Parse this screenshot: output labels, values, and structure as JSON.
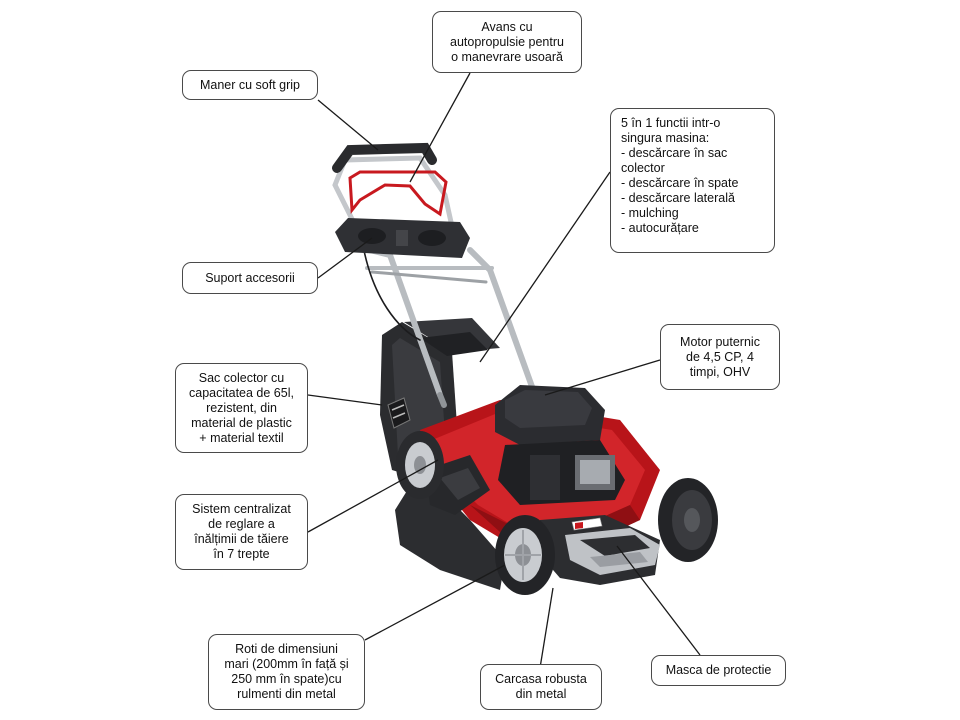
{
  "callouts": {
    "avans": [
      "Avans cu",
      "autopropulsie pentru",
      "o manevrare usoară"
    ],
    "maner": [
      "Maner cu soft grip"
    ],
    "functii": [
      "5 în 1 functii intr-o",
      "singura masina:",
      "- descărcare în sac",
      "colector",
      "- descărcare în spate",
      "- descărcare laterală",
      "- mulching",
      "- autocurățare"
    ],
    "suport": [
      "Suport accesorii"
    ],
    "motor": [
      "Motor puternic",
      "de 4,5 CP, 4",
      "timpi, OHV"
    ],
    "sac": [
      "Sac colector  cu",
      "capacitatea de 65l,",
      "rezistent, din",
      "material de plastic",
      "+ material textil"
    ],
    "sistem": [
      "Sistem centralizat",
      "de reglare a",
      "înălțimii de tăiere",
      "în 7 trepte"
    ],
    "roti": [
      "Roti de dimensiuni",
      "mari (200mm în față și",
      "250 mm în spate)cu",
      "rulmenti din metal"
    ],
    "carcasa": [
      "Carcasa robusta",
      "din metal"
    ],
    "masca": [
      "Masca de protectie"
    ]
  },
  "colors": {
    "body_red": "#b81419",
    "dark_plastic": "#2a2b2e",
    "handle_metal": "#b8bcc0",
    "wheel_rim": "#c9ccd0"
  }
}
